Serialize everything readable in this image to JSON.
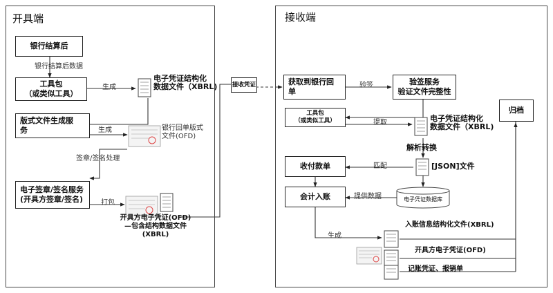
{
  "left_panel": {
    "title": "开具端",
    "bank_settlement": "银行结算后",
    "settlement_data": "银行结算后数据",
    "toolkit_line1": "工具包",
    "toolkit_line2": "（或类似工具）",
    "generate_1": "生成",
    "xbrl_file_line1": "电子凭证结构化",
    "xbrl_file_line2": "数据文件（XBRL)",
    "layout_service_line1": "版式文件生成服",
    "layout_service_line2": "务",
    "generate_2": "生成",
    "bank_ofd_line1": "银行回单版式",
    "bank_ofd_line2": "文件(OFD)",
    "sign_process": "签章/签名处理",
    "sign_service_line1": "电子签章/签名服务",
    "sign_service_line2": "(开具方签章/签名)",
    "package": "打包",
    "issuer_voucher_line1": "开具方电子凭证(OFD)",
    "issuer_voucher_line2": "—包含结构数据文件",
    "issuer_voucher_line3": "(XBRL)"
  },
  "transfer": {
    "receive_voucher": "接收凭证"
  },
  "right_panel": {
    "title": "接收端",
    "get_receipt_line1": "获取到银行回",
    "get_receipt_line2": "单",
    "verify_sign": "验签",
    "verify_service_line1": "验签服务",
    "verify_service_line2": "验证文件完整性",
    "toolkit_line1": "工具包",
    "toolkit_line2": "（或类似工具）",
    "extract": "提取",
    "xbrl_file_line1": "电子凭证结构化",
    "xbrl_file_line2": "数据文件（XBRL)",
    "archive": "归档",
    "parse_convert": "解析转换",
    "payment_receipt": "收付款单",
    "match": "匹配",
    "json_file": "[JSON]文件",
    "accounting_entry": "会计入账",
    "provide_data": "提供数据",
    "voucher_db": "电子凭证数据库",
    "generate": "生成",
    "entry_xbrl": "入账信息结构化文件(XBRL)",
    "issuer_ofd": "开具方电子凭证(OFD)",
    "bookkeeping": "记账凭证、报销单"
  }
}
